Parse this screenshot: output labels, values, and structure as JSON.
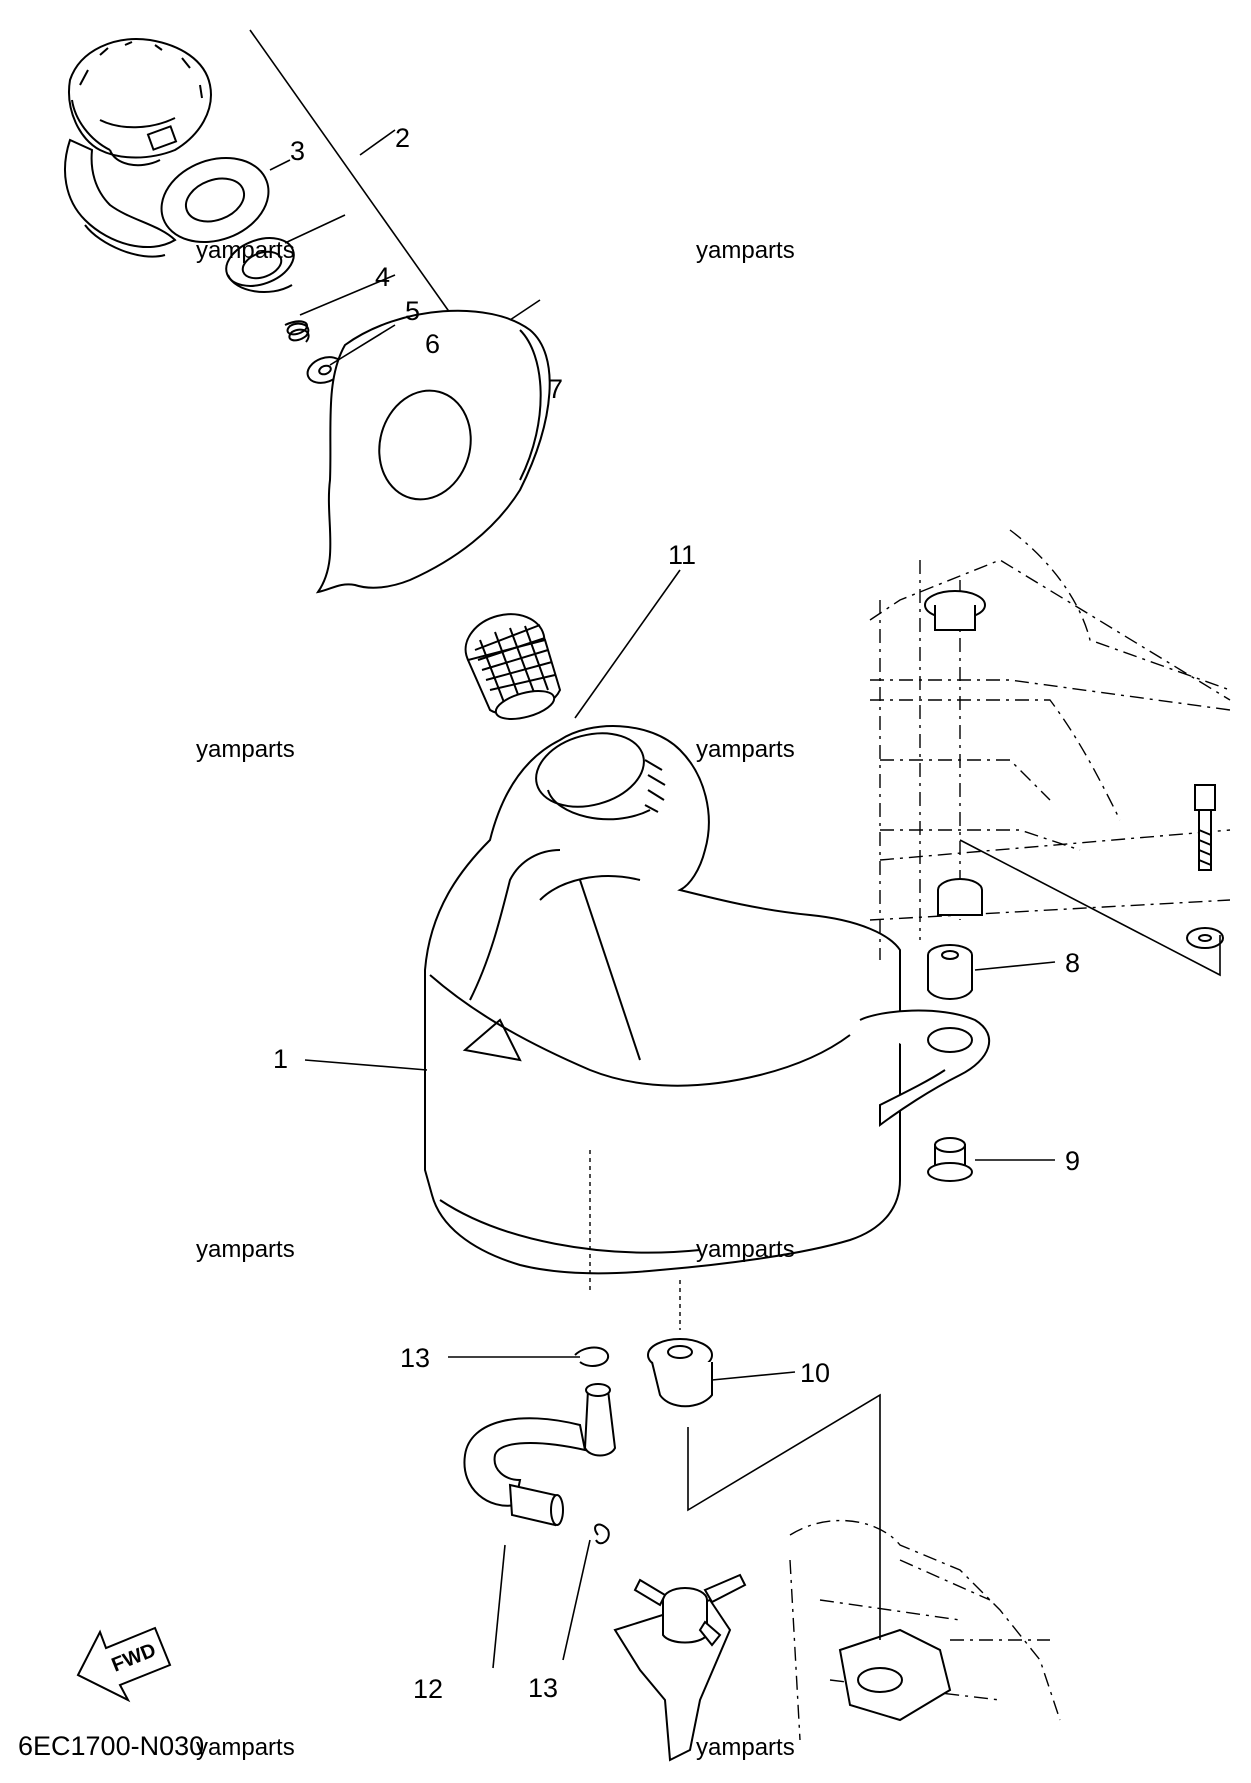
{
  "callouts": {
    "c1": "1",
    "c2": "2",
    "c3": "3",
    "c4": "4",
    "c5": "5",
    "c6": "6",
    "c7": "7",
    "c8": "8",
    "c9": "9",
    "c10": "10",
    "c11": "11",
    "c12": "12",
    "c13a": "13",
    "c13b": "13"
  },
  "watermarks": {
    "w1": "yamparts",
    "w2": "yamparts",
    "w3": "yamparts",
    "w4": "yamparts",
    "w5": "yamparts",
    "w6": "yamparts",
    "w7": "yamparts",
    "w8": "yamparts"
  },
  "diagram_code": "6EC1700-N030",
  "fwd_label": "FWD"
}
